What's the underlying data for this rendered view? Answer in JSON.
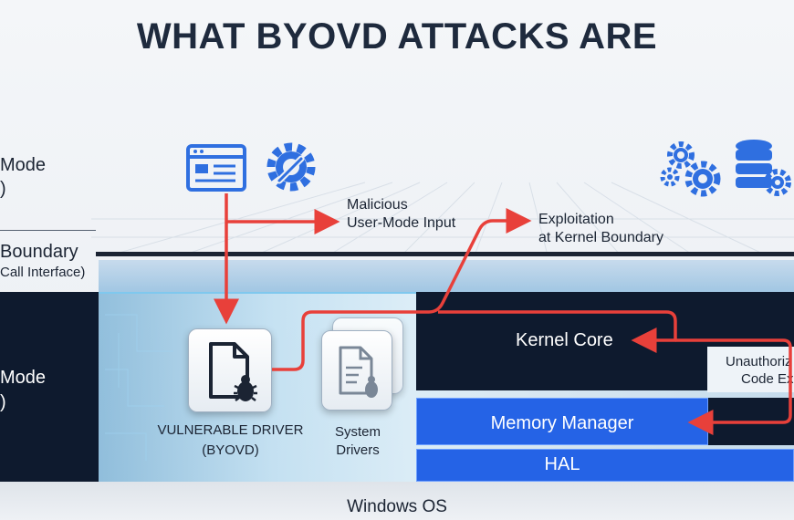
{
  "title": "WHAT BYOVD ATTACKS ARE",
  "left_labels": {
    "user_mode": "Mode",
    "user_mode_paren": ")",
    "boundary": "Boundary",
    "boundary_sub": "Call Interface)",
    "kernel_mode": "Mode",
    "kernel_mode_paren": ")"
  },
  "annotations": {
    "malicious_input_line1": "Malicious",
    "malicious_input_line2": "User-Mode Input",
    "exploitation_line1": "Exploitation",
    "exploitation_line2": "at Kernel Boundary",
    "unauthorized_line1": "Unauthoriz",
    "unauthorized_line2": "Code Ex"
  },
  "components": {
    "vulnerable_driver_line1": "VULNERABLE DRIVER",
    "vulnerable_driver_line2": "(BYOVD)",
    "system_drivers_line1": "System",
    "system_drivers_line2": "Drivers",
    "kernel_core": "Kernel Core",
    "memory_manager": "Memory Manager",
    "hal": "HAL"
  },
  "footer": "Windows OS",
  "colors": {
    "arrow": "#e8403a",
    "accent_blue": "#2563e6",
    "dark_navy": "#0e1a2e",
    "icon_blue": "#2f6fe0"
  },
  "icons": [
    "app-window-icon",
    "gear-wrench-icon",
    "gears-icon",
    "database-gear-icon",
    "file-bug-icon",
    "system-file-bug-icon"
  ]
}
